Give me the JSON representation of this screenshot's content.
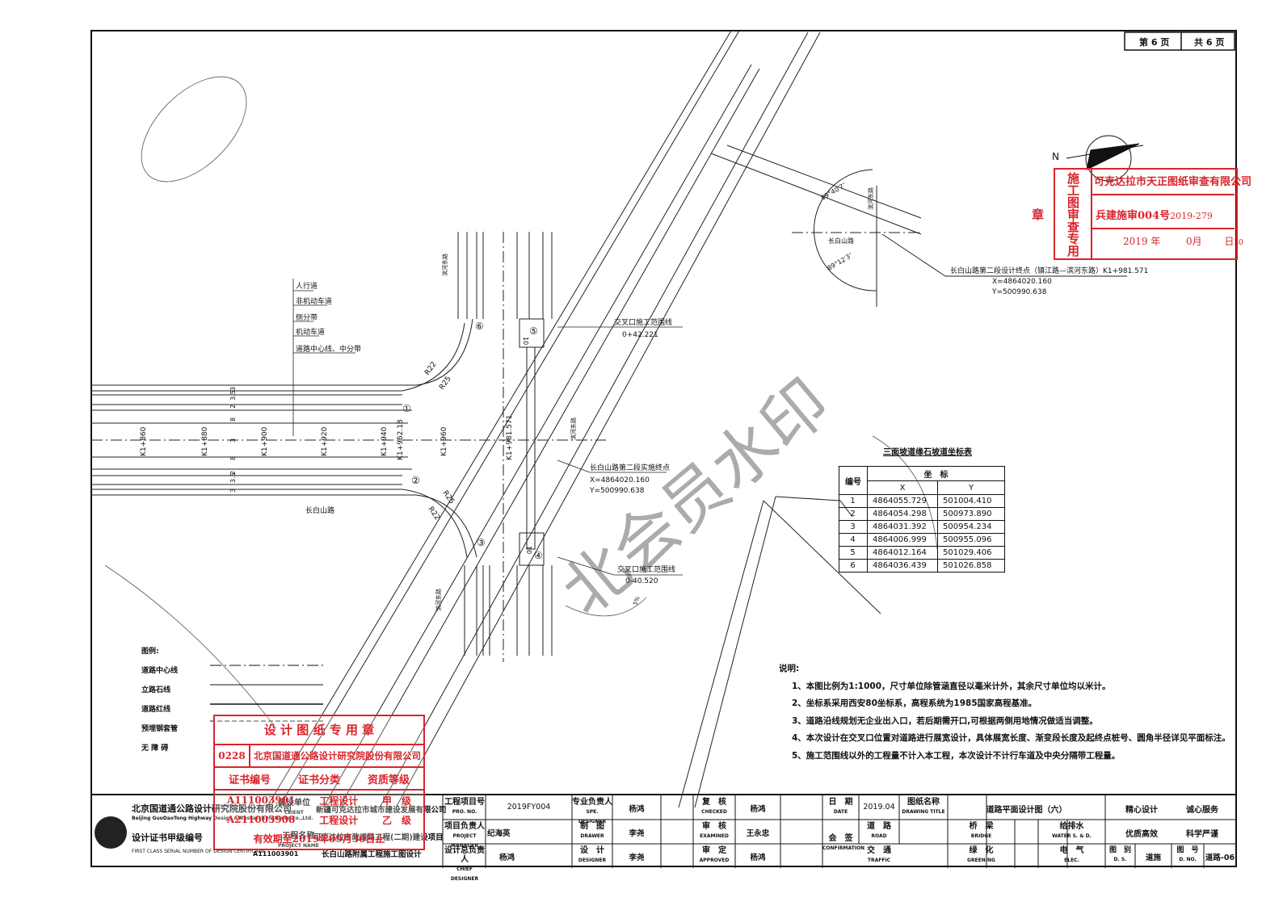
{
  "page_indicator": {
    "current": "第 6 页",
    "total": "共 6 页"
  },
  "compass": {
    "north_label": "N"
  },
  "review_stamp": {
    "side_text": "施工图审查专用章",
    "company": "可克达拉市天正图纸审查有限公司",
    "code": "兵建施审004号",
    "code_number": "2019-279",
    "date_year": "2019 年",
    "date_month": "0月",
    "date_day": "日",
    "date_extra": "30"
  },
  "watermark": "北会员水印",
  "plan_labels": {
    "cross_section": [
      "人行道",
      "非机动车道",
      "侧分带",
      "机动车道",
      "道路中心线、中分带"
    ],
    "lane_widths": [
      "3",
      "3.5",
      "2",
      "8",
      "3",
      "8",
      "2",
      "3.5",
      "3"
    ],
    "stations": [
      "K1+860",
      "K1+880",
      "K1+900",
      "K1+920",
      "K1+940",
      "K1+960"
    ],
    "station_mid": "K1+962.18",
    "station_vertical": "K1+981.571",
    "road_name": "长白山路",
    "radii": [
      "R22",
      "R25",
      "R25",
      "R22"
    ],
    "points": [
      "①",
      "②",
      "③",
      "④",
      "⑤",
      "⑥"
    ],
    "boundary_top": {
      "title": "交叉口施工范围线",
      "value": "0+42.221"
    },
    "boundary_bottom": {
      "title": "交叉口施工范围线",
      "value": "0-40.520"
    },
    "end_point_mid": {
      "title": "长白山路第二段实施终点",
      "x": "X=4864020.160",
      "y": "Y=500990.638"
    },
    "end_point_top": {
      "title": "长白山路第二段设计终点（镇江路—滨河东路）K1+981.571",
      "x": "X=4864020.160",
      "y": "Y=500990.638"
    },
    "angle_top": "89°40′7″",
    "angle_bottom": "89°12′3″",
    "road_name_right": "长白山路",
    "river_road": "滨河东路",
    "grade_label": "5%",
    "side_marks": [
      "10",
      "10"
    ]
  },
  "coord_table": {
    "title": "三面坡道缘石坡道坐标表",
    "header_num": "编号",
    "header_coord": "坐　标",
    "header_x": "X",
    "header_y": "Y",
    "rows": [
      {
        "n": "1",
        "x": "4864055.729",
        "y": "501004.410"
      },
      {
        "n": "2",
        "x": "4864054.298",
        "y": "500973.890"
      },
      {
        "n": "3",
        "x": "4864031.392",
        "y": "500954.234"
      },
      {
        "n": "4",
        "x": "4864006.999",
        "y": "500955.096"
      },
      {
        "n": "5",
        "x": "4864012.164",
        "y": "501029.406"
      },
      {
        "n": "6",
        "x": "4864036.439",
        "y": "501026.858"
      }
    ]
  },
  "legend": {
    "title": "图例:",
    "items": [
      "道路中心线",
      "立路石线",
      "道路红线",
      "预埋钢套管",
      "无 障 碍"
    ]
  },
  "notes": {
    "title": "说明:",
    "items": [
      "1、本图比例为1:1000，尺寸单位除管涵直径以毫米计外，其余尺寸单位均以米计。",
      "2、坐标系采用西安80坐标系，高程系统为1985国家高程基准。",
      "3、道路沿线规划无企业出入口，若后期需开口,可根据两侧用地情况做适当调整。",
      "4、本次设计在交叉口位置对道路进行展宽设计，具体展宽长度、渐变段长度及起终点桩号、圆角半径详见平面标注。",
      "5、施工范围线以外的工程量不计入本工程，本次设计不计行车道及中央分隔带工程量。"
    ]
  },
  "design_stamp": {
    "title": "设 计 图 纸 专 用 章",
    "number": "0228",
    "company": "北京国道通公路设计研究院股份有限公司",
    "h1": "证书编号",
    "h2": "证书分类",
    "h3": "资质等级",
    "r1": [
      "A111003901",
      "工程设计",
      "甲　级"
    ],
    "r2": [
      "A211003908",
      "工程设计",
      "乙　级"
    ],
    "validity": "有效期至2019年09月30日止"
  },
  "title_block": {
    "company_cn": "北京国道通公路设计研究院股份有限公司",
    "company_en": "Beijing GuoDaoTong Highway Design & Research Institute Co.,Ltd.",
    "cert_label": "设计证书甲级编号",
    "cert_label_en": "FIRST CLASS SERIAL NUMBER OF DESIGN CERTIFICATE",
    "cert_no": "A111003901",
    "client_label": "建设单位",
    "client_label_en": "CLIENT",
    "client": "新疆可克达拉市城市建设发展有限公司",
    "project_label": "工程名称",
    "project_label_en": "PROJECT NAME",
    "project": "可克达拉市政道路工程(二期)建设项目",
    "project2": "长白山路附属工程施工图设计",
    "proj_no_label": "工程项目号",
    "proj_no_label_en": "PRO. NO.",
    "proj_no": "2019FY004",
    "pm_label": "项目负责人",
    "pm_label_en": "PROJECT MANAGER",
    "pm": "纪海英",
    "chief_label": "设计总负责人",
    "chief_label_en": "CHIEF DESIGNER",
    "chief": "杨鸿",
    "spec_label": "专业负责人",
    "spec_label_en": "SPE. DESIGNER",
    "spec": "杨鸿",
    "draw_label": "制　图",
    "draw_label_en": "DRAWER",
    "draw": "李尧",
    "des_label": "设　计",
    "des_label_en": "DESIGNER",
    "des": "李尧",
    "check_label": "复　核",
    "check_label_en": "CHECKED",
    "check": "杨鸿",
    "exam_label": "审　核",
    "exam_label_en": "EXAMINED",
    "exam": "王永忠",
    "appr_label": "审　定",
    "appr_label_en": "APPROVED",
    "appr": "杨鸿",
    "date_label": "日　期",
    "date_label_en": "DATE",
    "date": "2019.04",
    "sign_label": "会　签",
    "sign_label_en": "CONFIRMATION",
    "road_label": "道　路",
    "road_label_en": "ROAD",
    "traffic_label": "交　通",
    "traffic_label_en": "TRAFFIC",
    "bridge_label": "桥　梁",
    "bridge_label_en": "BRIDGE",
    "green_label": "绿　化",
    "green_label_en": "GREENING",
    "water_label": "给排水",
    "water_label_en": "WATER S. & D.",
    "elec_label": "电　气",
    "elec_label_en": "ELEC.",
    "title_label": "图纸名称",
    "title_label_en": "DRAWING TITLE",
    "drawing_title": "道路平面设计图（六）",
    "motto": [
      "精心设计",
      "诚心服务",
      "优质高效",
      "科学严谨"
    ],
    "type_label": "图　别",
    "type_label_en": "D. S.",
    "type": "道施",
    "num_label": "图　号",
    "num_label_en": "D. NO.",
    "num": "道路-06"
  }
}
